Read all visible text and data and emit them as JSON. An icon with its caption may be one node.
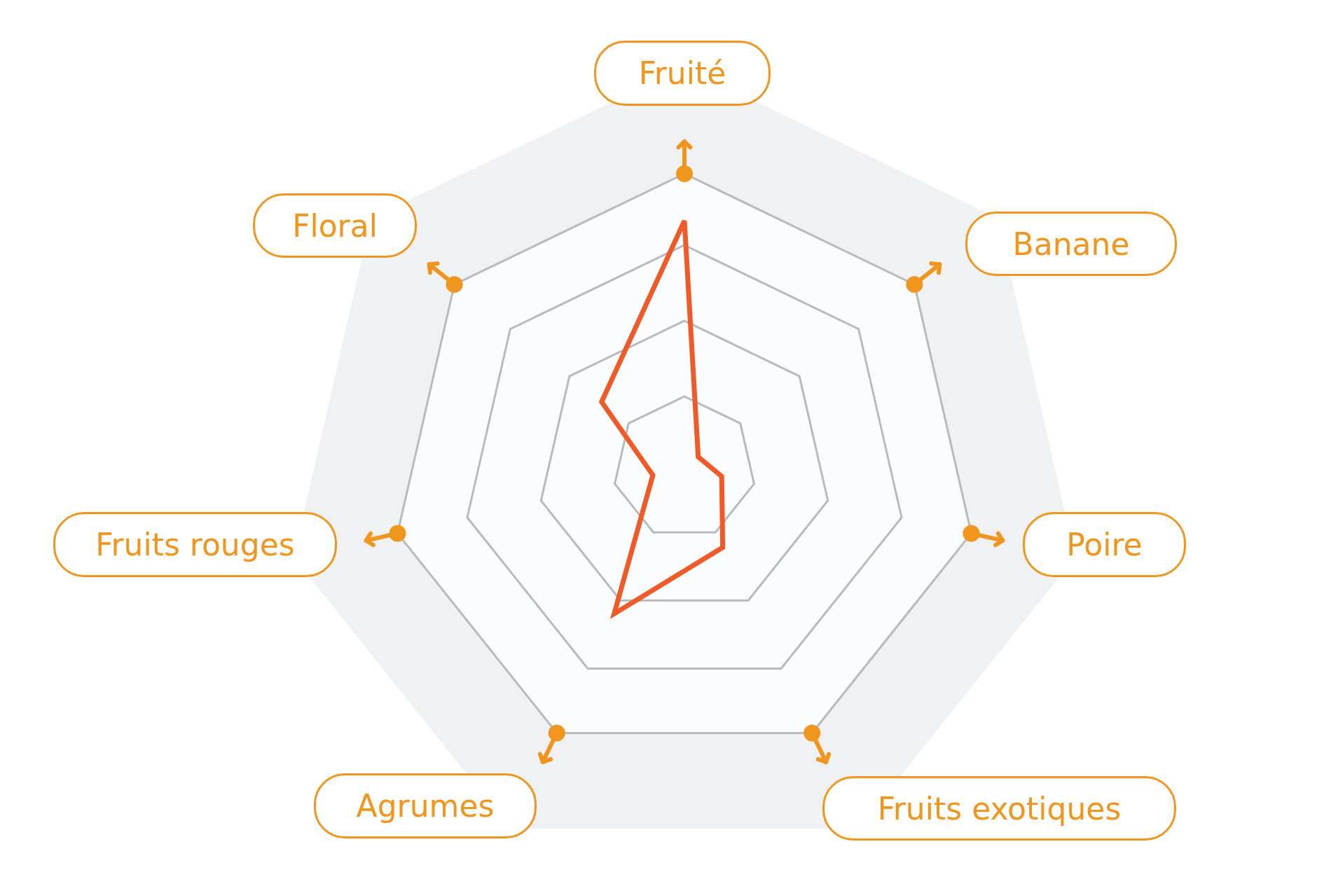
{
  "diagram": {
    "nodes": [
      {
        "text": [
          "Fruité"
        ]
      },
      {
        "text": [
          "Floral"
        ]
      },
      {
        "text": [
          "Banane"
        ]
      },
      {
        "text": [
          "Fruits rouges"
        ]
      },
      {
        "text": [
          "Poire"
        ]
      },
      {
        "text": [
          "Agrumes"
        ]
      },
      {
        "text": [
          "Fruits exotiques"
        ]
      }
    ]
  }
}
